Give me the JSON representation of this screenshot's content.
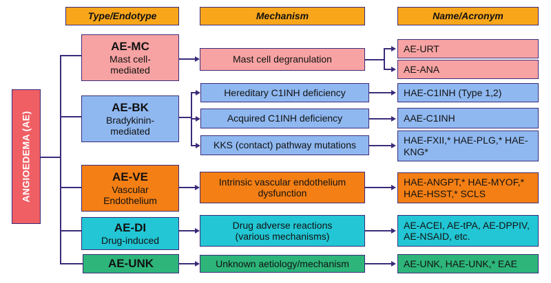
{
  "headers": {
    "type": "Type/Endotype",
    "mechanism": "Mechanism",
    "name": "Name/Acronym"
  },
  "root": "ANGIOEDEMA (AE)",
  "types": {
    "mc": {
      "abbr": "AE-MC",
      "desc": "Mast cell-mediated"
    },
    "bk": {
      "abbr": "AE-BK",
      "desc": "Bradykinin-mediated"
    },
    "ve": {
      "abbr": "AE-VE",
      "desc": "Vascular Endothelium"
    },
    "di": {
      "abbr": "AE-DI",
      "desc": "Drug-induced"
    },
    "unk": {
      "abbr": "AE-UNK",
      "desc": ""
    }
  },
  "mechanisms": {
    "mc": "Mast cell degranulation",
    "bk1": "Hereditary C1INH deficiency",
    "bk2": "Acquired C1INH deficiency",
    "bk3": "KKS (contact) pathway mutations",
    "ve": "Intrinsic vascular endothelium dysfunction",
    "di": "Drug adverse reactions (various mechanisms)",
    "unk": "Unknown aetiology/mechanism"
  },
  "names": {
    "mc1": "AE-URT",
    "mc2": "AE-ANA",
    "bk1": "HAE-C1INH (Type 1,2)",
    "bk2": "AAE-C1INH",
    "bk3": "HAE-FXII,* HAE-PLG,* HAE-KNG*",
    "ve": "HAE-ANGPT,* HAE-MYOF,* HAE-HSST,* SCLS",
    "di": "AE-ACEI, AE-tPA, AE-DPPIV, AE-NSAID, etc.",
    "unk": "AE-UNK, HAE-UNK,* EAE"
  },
  "colors": {
    "border": "#3b2a7a",
    "header": "#f9a61a",
    "root": "#ef5f64",
    "mc": "#f7a3a3",
    "bk": "#8fb8f0",
    "ve": "#f47f14",
    "di": "#22c6d4",
    "unk": "#2db57a"
  }
}
